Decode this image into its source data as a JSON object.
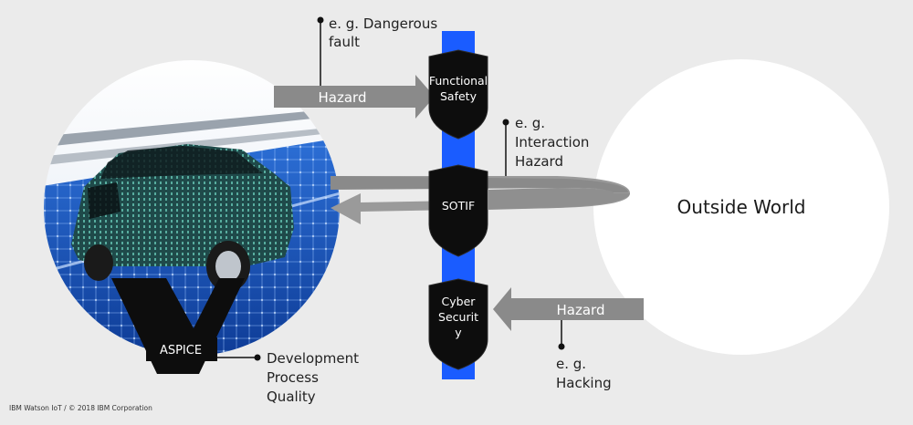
{
  "shields": {
    "functional_safety": [
      "Functional",
      "Safety"
    ],
    "sotif": [
      "SOTIF"
    ],
    "cyber_security": [
      "Cyber",
      "Securit",
      "y"
    ]
  },
  "arrows": {
    "top_hazard": "Hazard",
    "bottom_hazard": "Hazard"
  },
  "callouts": {
    "dangerous_fault": [
      "e. g. Dangerous",
      "fault"
    ],
    "interaction_hazard": [
      "e. g.",
      "Interaction",
      "Hazard"
    ],
    "hacking": [
      "e. g.",
      "Hacking"
    ],
    "development": [
      "Development",
      "Process",
      "Quality"
    ]
  },
  "outside_world": "Outside World",
  "aspice": "ASPICE",
  "footer": "IBM Watson IoT / © 2018 IBM Corporation",
  "colors": {
    "background": "#ebebeb",
    "bar": "#1a5cff",
    "shield": "#0d0d0d",
    "arrow": "#8a8a8a",
    "circle": "#ffffff"
  }
}
